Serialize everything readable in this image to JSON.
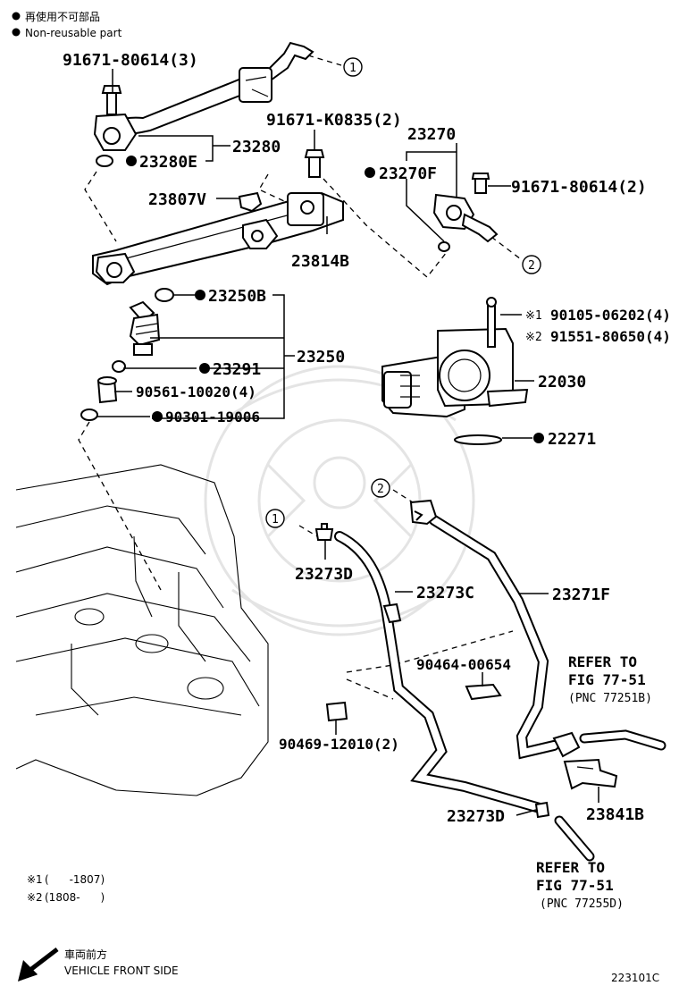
{
  "legend": {
    "nonreusable_jp": "再使用不可部品",
    "nonreusable_en": "Non-reusable part"
  },
  "notes": {
    "note1_mark": "※1",
    "note1_text": "(      -1807)",
    "note2_mark": "※2",
    "note2_text": "(1808-      )"
  },
  "front": {
    "jp": "車両前方",
    "en": "VEHICLE FRONT SIDE"
  },
  "diagram_code": "223101C",
  "callouts": {
    "c1": "1",
    "c2": "2"
  },
  "parts": {
    "p_91671_80614_3": "91671-80614(3)",
    "p_23280e": "23280E",
    "p_23280": "23280",
    "p_91671_k0835_2": "91671-K0835(2)",
    "p_23807v": "23807V",
    "p_23814b": "23814B",
    "p_23270": "23270",
    "p_23270f": "23270F",
    "p_91671_80614_2": "91671-80614(2)",
    "p_23250b": "23250B",
    "p_23250": "23250",
    "p_23291": "23291",
    "p_90561": "90561-10020(4)",
    "p_90301": "90301-19006",
    "p_90105_mark": "※1",
    "p_90105": "90105-06202(4)",
    "p_91551_mark": "※2",
    "p_91551": "91551-80650(4)",
    "p_22030": "22030",
    "p_22271": "22271",
    "p_23273d_top": "23273D",
    "p_23273c": "23273C",
    "p_23271f": "23271F",
    "p_90464": "90464-00654",
    "p_90469": "90469-12010(2)",
    "p_23273d_bot": "23273D",
    "p_23841b": "23841B"
  },
  "refs": {
    "ref1_line1": "REFER TO",
    "ref1_line2": "FIG 77-51",
    "ref1_line3": "(PNC 77251B)",
    "ref2_line1": "REFER TO",
    "ref2_line2": "FIG 77-51",
    "ref2_line3": "(PNC 77255D)"
  }
}
